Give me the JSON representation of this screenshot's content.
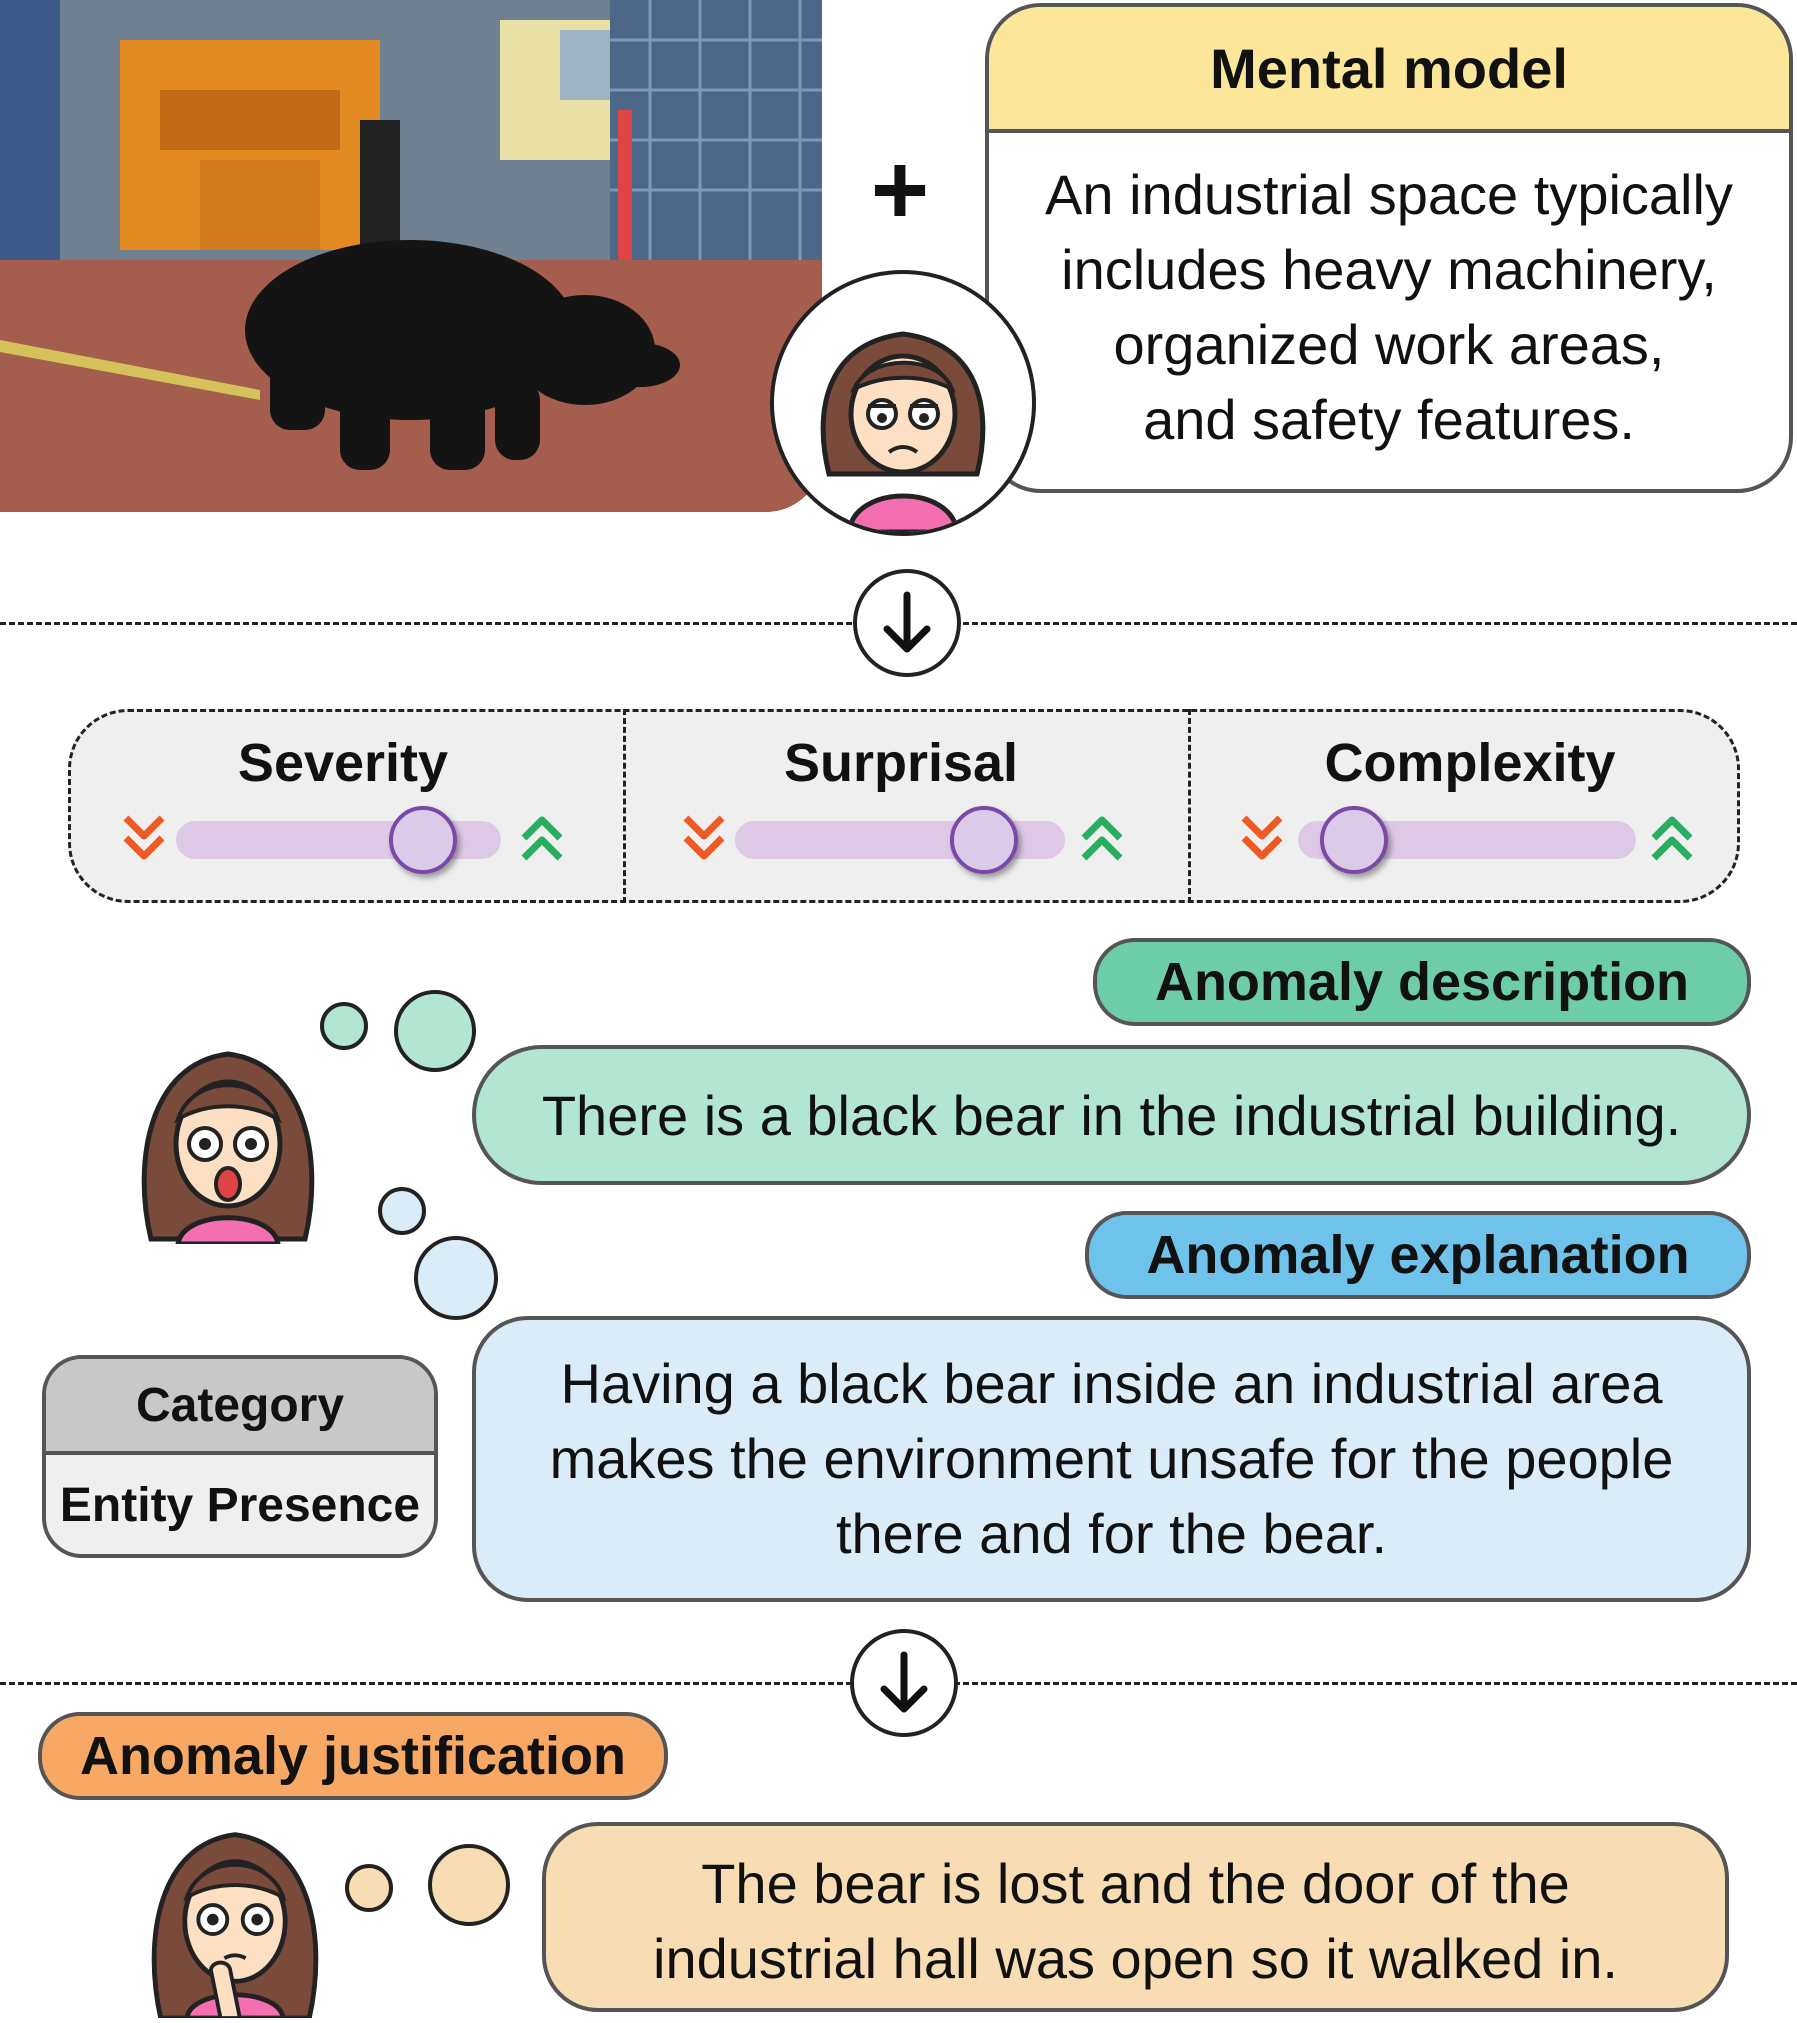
{
  "mental_model": {
    "header": "Mental model",
    "text_lines": [
      "An industrial space typically",
      "includes heavy machinery,",
      "organized work areas,",
      "and safety features."
    ]
  },
  "plus_symbol": "+",
  "sliders": [
    {
      "label": "Severity",
      "level": 0.83
    },
    {
      "label": "Surprisal",
      "level": 0.82
    },
    {
      "label": "Complexity",
      "level": 0.08
    }
  ],
  "anomaly_description": {
    "header": "Anomaly description",
    "text": "There is a black bear in the industrial building."
  },
  "anomaly_explanation": {
    "header": "Anomaly explanation",
    "text_lines": [
      "Having a black bear inside an industrial area",
      "makes the environment unsafe for the people",
      "there and for the bear."
    ]
  },
  "category": {
    "header": "Category",
    "value": "Entity Presence"
  },
  "anomaly_justification": {
    "header": "Anomaly justification",
    "text_lines": [
      "The bear is lost and the door of the",
      "industrial hall was open so it walked in."
    ]
  },
  "colors": {
    "mental_model_header": "#fbe69a",
    "description_header": "#6ecda9",
    "description_body": "#b3e6d2",
    "explanation_header": "#6fc3ea",
    "explanation_body": "#d9ecf8",
    "justification_header": "#f6a864",
    "justification_body": "#f8dcb3",
    "category_header": "#c8c8c8",
    "category_body": "#efefef",
    "slider_track": "#ddc9e6",
    "slider_knob_border": "#7b49a8",
    "decrease_arrows": "#ee5a24",
    "increase_arrows": "#27ae60"
  },
  "icons": [
    "photo-bear-in-factory",
    "annoyed-woman-avatar",
    "shocked-woman-avatar",
    "thinking-woman-avatar",
    "arrow-down-icon",
    "double-chevron-down-icon",
    "double-chevron-up-icon"
  ]
}
